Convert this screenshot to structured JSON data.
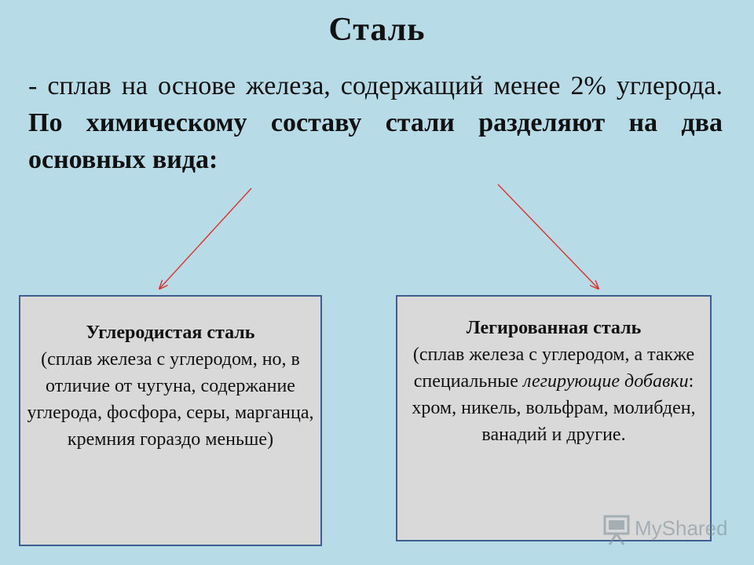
{
  "title": "Сталь",
  "intro": {
    "part1": "- сплав на основе железа, содержащий менее 2% углерода. ",
    "part2": "По химическому составу стали разделяют на два основных вида:"
  },
  "boxes": [
    {
      "heading": "Углеродистая сталь",
      "text": "(сплав железа с углеродом, но, в отличие от чугуна, содержание углерода, фосфора, серы, марганца, кремния гораздо меньше)"
    },
    {
      "heading": "Легированная сталь",
      "text_before": "(сплав железа с углеродом, а также специальные ",
      "italic": "легирующие добавки",
      "text_after": ": хром, никель, вольфрам, молибден, ванадий и другие."
    }
  ],
  "watermark": "MyShared",
  "colors": {
    "background": "#b7dce8",
    "box_fill": "#d9d9d9",
    "box_border": "#3d5f8f",
    "arrow": "#e0302a"
  },
  "icons": {
    "watermark_logo": "projector-screen-icon"
  }
}
